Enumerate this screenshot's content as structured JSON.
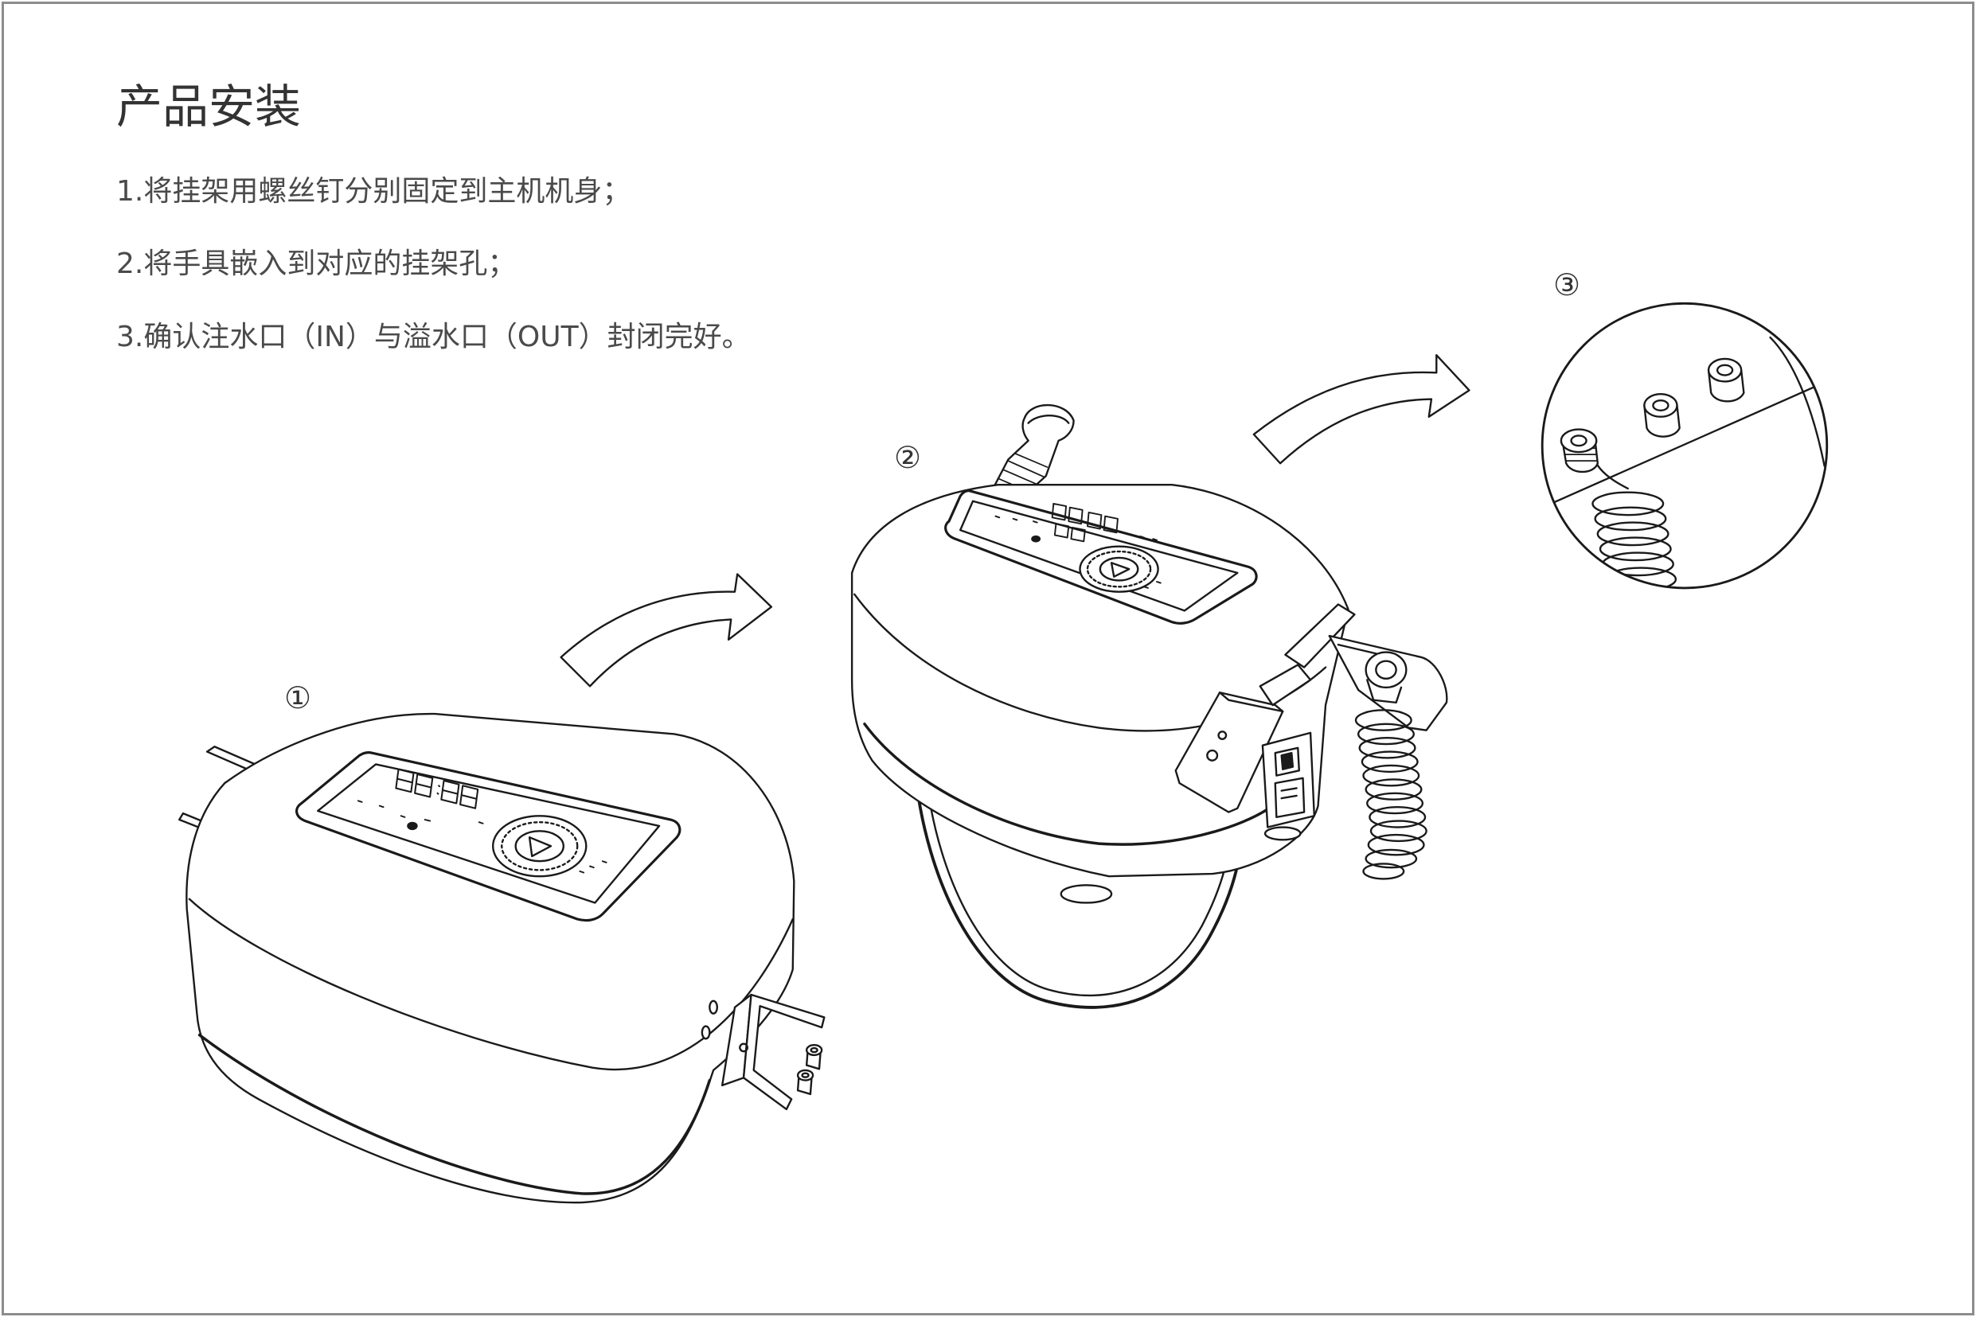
{
  "page": {
    "title": "产品安装"
  },
  "steps": [
    {
      "text": "1.将挂架用螺丝钉分别固定到主机机身；"
    },
    {
      "text": "2.将手具嵌入到对应的挂架孔；"
    },
    {
      "text": "3.确认注水口（IN）与溢水口（OUT）封闭完好。"
    }
  ],
  "figures": {
    "labels": [
      "①",
      "②",
      "③"
    ]
  },
  "colors": {
    "title_text": "#333333",
    "step_text": "#4a4a4a",
    "frame": "#8c8c8c",
    "line_art": "#1a1a1a",
    "background": "#ffffff"
  }
}
